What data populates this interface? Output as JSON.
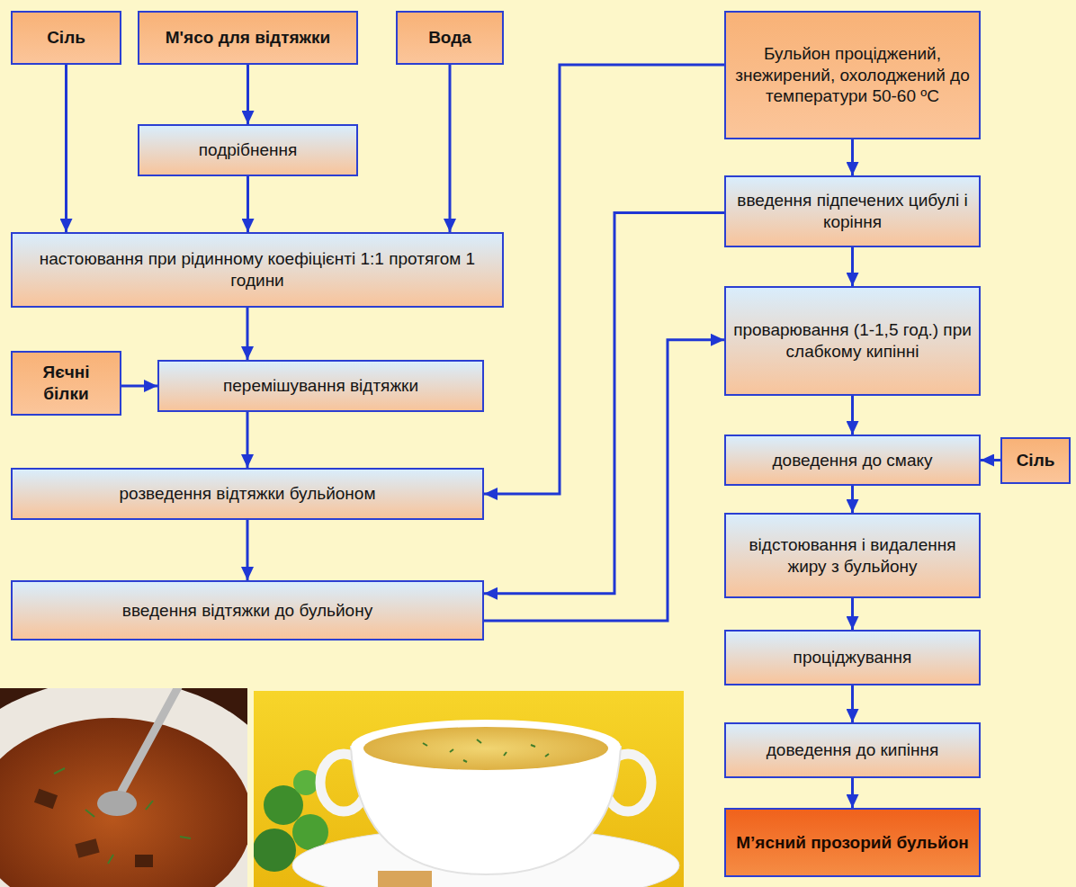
{
  "diagram": {
    "nodes": [
      {
        "text": [
          "Сіль"
        ]
      },
      {
        "text": [
          "М'ясо для відтяжки"
        ]
      },
      {
        "text": [
          "Вода"
        ]
      },
      {
        "text": [
          "подрібнення"
        ]
      },
      {
        "text": [
          "настоювання при рідинному коефіцієнті 1:1 протягом 1 години"
        ]
      },
      {
        "text": [
          "Яєчні білки"
        ]
      },
      {
        "text": [
          "перемішування відтяжки"
        ]
      },
      {
        "text": [
          "розведення відтяжки бульйоном"
        ]
      },
      {
        "text": [
          "введення відтяжки до бульйону"
        ]
      },
      {
        "text": [
          "Бульйон проціджений, знежирений, охолоджений до температури 50-60 ºС"
        ]
      },
      {
        "text": [
          "введення підпечених цибулі і коріння"
        ]
      },
      {
        "text": [
          "проварювання (1-1,5 год.) при слабкому кипінні"
        ]
      },
      {
        "text": [
          "доведення до смаку"
        ]
      },
      {
        "text": [
          "Сіль"
        ]
      },
      {
        "text": [
          "відстоювання і видалення жиру з бульйону"
        ]
      },
      {
        "text": [
          "проціджування"
        ]
      },
      {
        "text": [
          "доведення до кипіння"
        ]
      },
      {
        "text": [
          "М’ясний прозорий бульйон"
        ]
      }
    ],
    "edges": [
      {
        "from": 0,
        "to": 4,
        "arrow": "to"
      },
      {
        "from": 1,
        "to": 3,
        "arrow": "to"
      },
      {
        "from": 2,
        "to": 4,
        "arrow": "to"
      },
      {
        "from": 3,
        "to": 4,
        "arrow": "to"
      },
      {
        "from": 4,
        "to": 6,
        "arrow": "to"
      },
      {
        "from": 5,
        "to": 6,
        "arrow": "to"
      },
      {
        "from": 6,
        "to": 7,
        "arrow": "to"
      },
      {
        "from": 9,
        "to": 7,
        "arrow": "to"
      },
      {
        "from": 7,
        "to": 8,
        "arrow": "to"
      },
      {
        "from": 9,
        "to": 10,
        "arrow": "to"
      },
      {
        "from": 10,
        "to": 8,
        "arrow": "to"
      },
      {
        "from": 8,
        "to": 11,
        "arrow": "to"
      },
      {
        "from": 10,
        "to": 11,
        "arrow": "to"
      },
      {
        "from": 11,
        "to": 12,
        "arrow": "to"
      },
      {
        "from": 13,
        "to": 12,
        "arrow": "to"
      },
      {
        "from": 12,
        "to": 14,
        "arrow": "to"
      },
      {
        "from": 14,
        "to": 15,
        "arrow": "to"
      },
      {
        "from": 15,
        "to": 16,
        "arrow": "to"
      },
      {
        "from": 16,
        "to": 17,
        "arrow": "to"
      }
    ]
  }
}
